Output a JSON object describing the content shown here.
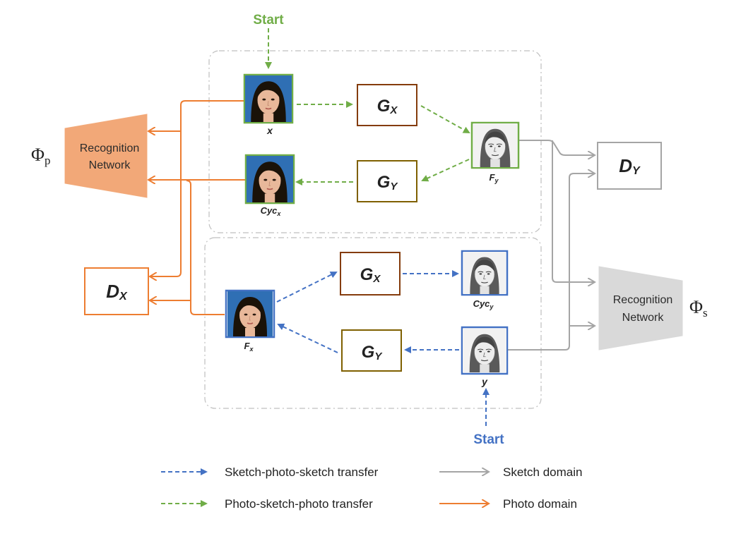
{
  "start_top": "Start",
  "start_bottom": "Start",
  "modules": {
    "gx_top": {
      "main": "G",
      "sub": "X"
    },
    "gy_top": {
      "main": "G",
      "sub": "Y"
    },
    "gx_bottom": {
      "main": "G",
      "sub": "X"
    },
    "gy_bottom": {
      "main": "G",
      "sub": "Y"
    },
    "dy": {
      "main": "D",
      "sub": "Y"
    },
    "dx": {
      "main": "D",
      "sub": "X"
    }
  },
  "image_labels": {
    "x": "x",
    "fy": {
      "main": "F",
      "sub": "y"
    },
    "cycx": {
      "main": "Cyc",
      "sub": "x"
    },
    "fx": {
      "main": "F",
      "sub": "x"
    },
    "cycy": {
      "main": "Cyc",
      "sub": "y"
    },
    "y": "y"
  },
  "recognition_left": {
    "line1": "Recognition",
    "line2": "Network",
    "symbol": "Φ",
    "sub": "p"
  },
  "recognition_right": {
    "line1": "Recognition",
    "line2": "Network",
    "symbol": "Φ",
    "sub": "s"
  },
  "legend": {
    "blue_dashed": "Sketch-photo-sketch transfer",
    "green_dashed": "Photo-sketch-photo transfer",
    "gray_solid": "Sketch domain",
    "orange_solid": "Photo domain"
  },
  "colors": {
    "green": "#70ad47",
    "blue": "#4472c4",
    "orange": "#ed7d31",
    "gray": "#a5a5a5",
    "brown": "#843c0c",
    "olive": "#7f6000"
  }
}
